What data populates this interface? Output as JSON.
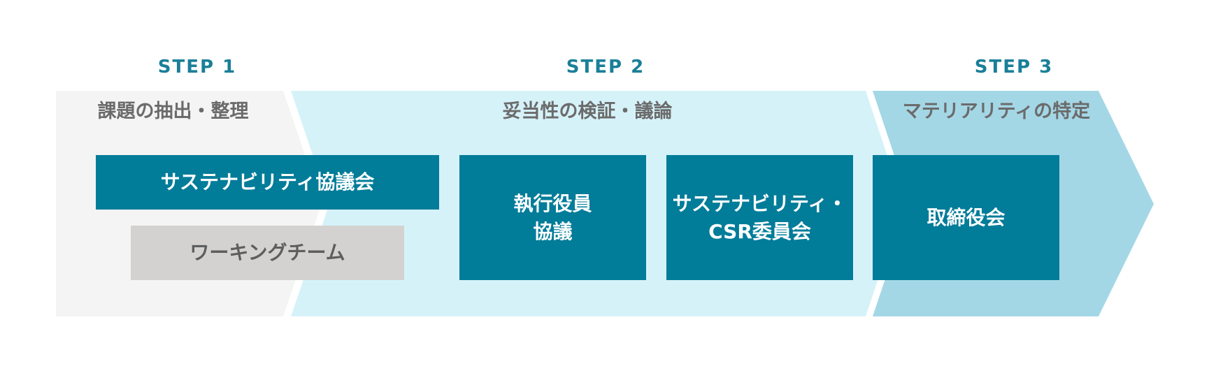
{
  "steps": [
    {
      "label": "STEP 1",
      "title": "課題の抽出・整理"
    },
    {
      "label": "STEP 2",
      "title": "妥当性の検証・議論"
    },
    {
      "label": "STEP 3",
      "title": "マテリアリティの特定"
    }
  ],
  "boxes": {
    "sustainability_council": "サステナビリティ協議会",
    "working_team": "ワーキングチーム",
    "executive_council": "執行役員\n協議",
    "sustainability_csr_committee": "サステナビリティ・\nCSR委員会",
    "board_of_directors": "取締役会"
  },
  "colors": {
    "step_label": "#1a7f99",
    "phase1_fill": "#f4f4f4",
    "phase2_fill": "#d6f2f9",
    "phase3_fill": "#a4d7e6",
    "box_teal": "#017c99",
    "box_grey": "#d3d2d1",
    "phase_title": "#6b6b6b"
  }
}
